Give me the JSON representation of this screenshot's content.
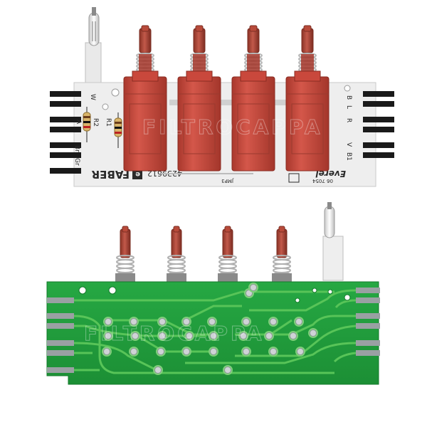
{
  "photo": {
    "watermark": "FILTROCAPPA",
    "colors": {
      "board_white": "#ececec",
      "board_green": "#1f9d3a",
      "trace_green": "#5cc85a",
      "switch_red": "#c9483c",
      "switch_dark": "#a23428",
      "plunger": "#b84a3a",
      "plunger_dark": "#7a2d22",
      "pad": "#1a1a1a",
      "solder": "#cfd3d6"
    },
    "top_board": {
      "brand": "FABER",
      "part_number": "4239612",
      "maker": "Everel",
      "jumper": "JMP3",
      "code": "06 7054",
      "left_labels": [
        "W",
        "A",
        "R2",
        "Br",
        "Gr"
      ],
      "right_labels": [
        "L",
        "B",
        "R",
        "V",
        "B1"
      ],
      "resistor_label": "R1"
    }
  }
}
